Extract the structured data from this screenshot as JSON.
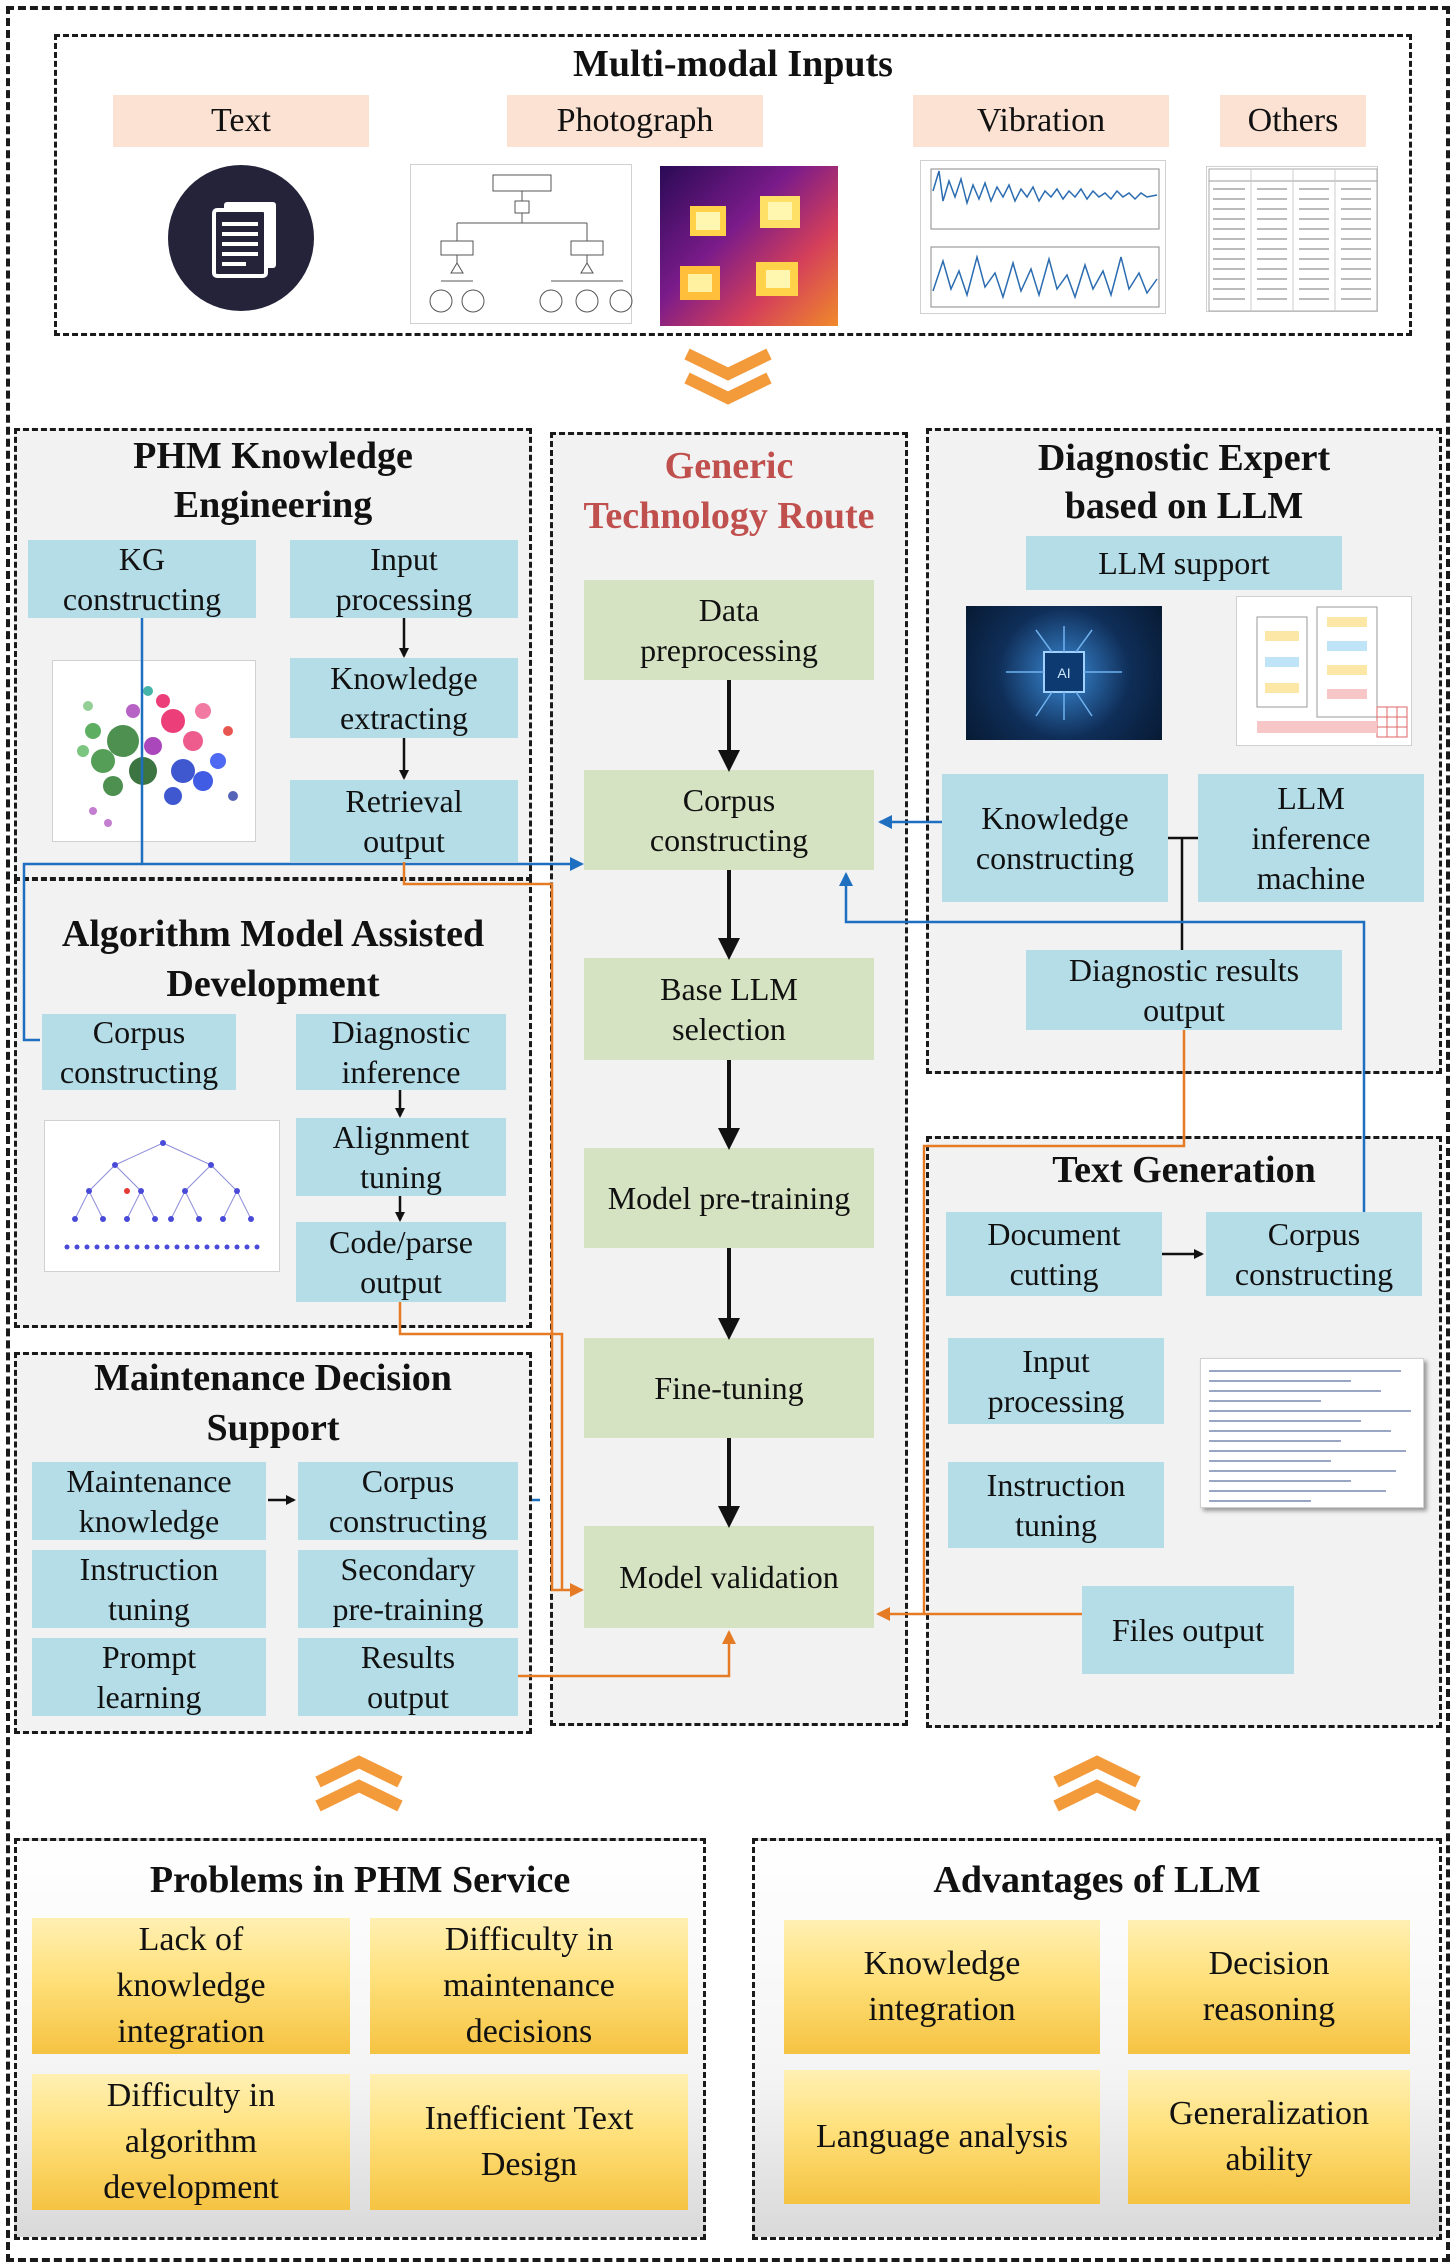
{
  "inputs": {
    "title": "Multi-modal Inputs",
    "items": [
      "Text",
      "Photograph",
      "Vibration",
      "Others"
    ]
  },
  "phm_ke": {
    "title_line1": "PHM Knowledge",
    "title_line2": "Engineering",
    "kg": [
      "KG",
      "constructing"
    ],
    "input": [
      "Input",
      "processing"
    ],
    "extract": [
      "Knowledge",
      "extracting"
    ],
    "retrieval": [
      "Retrieval",
      "output"
    ]
  },
  "route": {
    "title_line1": "Generic",
    "title_line2": "Technology Route",
    "steps": [
      [
        "Data",
        "preprocessing"
      ],
      [
        "Corpus",
        "constructing"
      ],
      [
        "Base LLM",
        "selection"
      ],
      [
        "Model pre-training",
        ""
      ],
      [
        "Fine-tuning",
        ""
      ],
      [
        "Model validation",
        ""
      ]
    ]
  },
  "expert": {
    "title_line1": "Diagnostic Expert",
    "title_line2": "based on LLM",
    "support": "LLM support",
    "knowledge": [
      "Knowledge",
      "constructing"
    ],
    "inference": [
      "LLM",
      "inference",
      "machine"
    ],
    "results": [
      "Diagnostic results",
      "output"
    ]
  },
  "algo": {
    "title_line1": "Algorithm Model Assisted",
    "title_line2": "Development",
    "corpus": [
      "Corpus",
      "constructing"
    ],
    "diag": [
      "Diagnostic",
      "inference"
    ],
    "align": [
      "Alignment",
      "tuning"
    ],
    "code": [
      "Code/parse",
      "output"
    ]
  },
  "textgen": {
    "title": "Text Generation",
    "doc": [
      "Document",
      "cutting"
    ],
    "corpus": [
      "Corpus",
      "constructing"
    ],
    "input": [
      "Input",
      "processing"
    ],
    "instruction": [
      "Instruction",
      "tuning"
    ],
    "files": "Files output"
  },
  "mds": {
    "title_line1": "Maintenance Decision",
    "title_line2": "Support",
    "mk": [
      "Maintenance",
      "knowledge"
    ],
    "corpus": [
      "Corpus",
      "constructing"
    ],
    "instruction": [
      "Instruction",
      "tuning"
    ],
    "secondary": [
      "Secondary",
      "pre-training"
    ],
    "prompt": [
      "Prompt",
      "learning"
    ],
    "results": [
      "Results",
      "output"
    ]
  },
  "problems": {
    "title": "Problems in PHM Service",
    "items": [
      [
        "Lack of",
        "knowledge",
        "integration"
      ],
      [
        "Difficulty in",
        "maintenance",
        "decisions"
      ],
      [
        "Difficulty in",
        "algorithm",
        "development"
      ],
      [
        "Inefficient Text",
        "Design"
      ]
    ]
  },
  "advantages": {
    "title": "Advantages of LLM",
    "items": [
      [
        "Knowledge",
        "integration"
      ],
      [
        "Decision",
        "reasoning"
      ],
      [
        "Language analysis"
      ],
      [
        "Generalization",
        "ability"
      ]
    ]
  },
  "colors": {
    "blue_box": "#b4dde8",
    "green_box": "#d5e3c2",
    "peach_box": "#fbe2d3",
    "gold_box": "#f5c342",
    "route_title": "#c0504d",
    "blue_line": "#1f6fc0",
    "orange_line": "#e57b25",
    "chevron": "#f39a3b"
  }
}
